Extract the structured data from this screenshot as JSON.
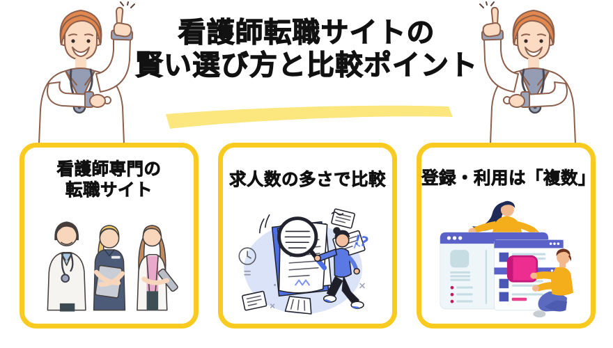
{
  "page": {
    "background_color": "#ffffff",
    "accent_yellow": "#F9CB21",
    "highlight_yellow": "#FBE77E"
  },
  "header": {
    "title_line1": "看護師転職サイトの",
    "title_line2": "賢い選び方と比較ポイント",
    "underline": "yellow-brush-highlight"
  },
  "decorations": {
    "doctor_left": "doctor-pointing-up",
    "doctor_right": "doctor-pointing-up-mirrored"
  },
  "cards": [
    {
      "title_line1": "看護師専門の",
      "title_line2": "転職サイト",
      "illustration": "medical-team"
    },
    {
      "title_line1": "求人数の多さで比較",
      "title_line2": "",
      "illustration": "document-magnifier-search"
    },
    {
      "title_line1": "登録・利用は「複数」",
      "title_line2": "",
      "illustration": "multiple-site-registration"
    }
  ]
}
